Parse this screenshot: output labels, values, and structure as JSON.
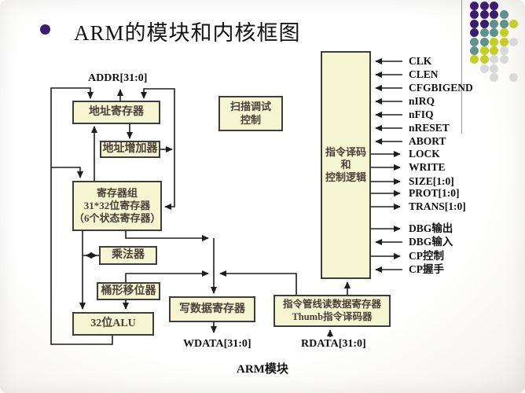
{
  "title": {
    "text": "ARM的模块和内核框图"
  },
  "colors": {
    "bullet": "#3a1c71",
    "box_fill": "#f6f5d2",
    "box_border": "#3d3d3d",
    "wire": "#1e1e1e"
  },
  "diagram": {
    "labels": {
      "addr": "ADDR[31:0]",
      "wdata": "WDATA[31:0]",
      "rdata": "RDATA[31:0]",
      "module": "ARM模块"
    },
    "boxes": {
      "address_register": "地址寄存器",
      "address_incrementer": "地址增加器",
      "register_bank_line1": "寄存器组",
      "register_bank_line2": "31*32位寄存器",
      "register_bank_line3": "（6个状态寄存器）",
      "multiplier": "乘法器",
      "barrel_shifter": "桶形移位器",
      "alu": "32位ALU",
      "write_data_register": "写数据寄存器",
      "pipeline_line1": "指令管线读数据寄存器",
      "pipeline_line2": "Thumb指令译码器",
      "scan_debug_line1": "扫描调试",
      "scan_debug_line2": "控制",
      "decode_line1": "指令译码",
      "decode_line2": "和",
      "decode_line3": "控制逻辑"
    },
    "signals": [
      {
        "label": "CLK",
        "dir": "in"
      },
      {
        "label": "CLEN",
        "dir": "in"
      },
      {
        "label": "CFGBIGEND",
        "dir": "in"
      },
      {
        "label": "nIRQ",
        "dir": "in"
      },
      {
        "label": "nFIQ",
        "dir": "in"
      },
      {
        "label": "nRESET",
        "dir": "in"
      },
      {
        "label": "ABORT",
        "dir": "in"
      },
      {
        "label": "LOCK",
        "dir": "out"
      },
      {
        "label": "WRITE",
        "dir": "out"
      },
      {
        "label": "SIZE[1:0]",
        "dir": "out"
      },
      {
        "label": "PROT[1:0]",
        "dir": "out"
      },
      {
        "label": "TRANS[1:0]",
        "dir": "out"
      },
      {
        "label": "DBG输出",
        "dir": "out"
      },
      {
        "label": "DBG输入",
        "dir": "in"
      },
      {
        "label": "CP控制",
        "dir": "out"
      },
      {
        "label": "CP握手",
        "dir": "in"
      }
    ]
  },
  "decoration": {
    "dot_colors": {
      "P": "#3a1c71",
      "T": "#5e938d",
      "Y": "#c3cf21",
      "G": "#d9d9d9"
    },
    "dot_pattern": [
      "PPP..",
      "PPPT.",
      "PPTTY",
      "PTTY.",
      "TTYYG",
      "TYYG.",
      "YYGG.",
      ".GG..",
      "..G.G"
    ]
  }
}
